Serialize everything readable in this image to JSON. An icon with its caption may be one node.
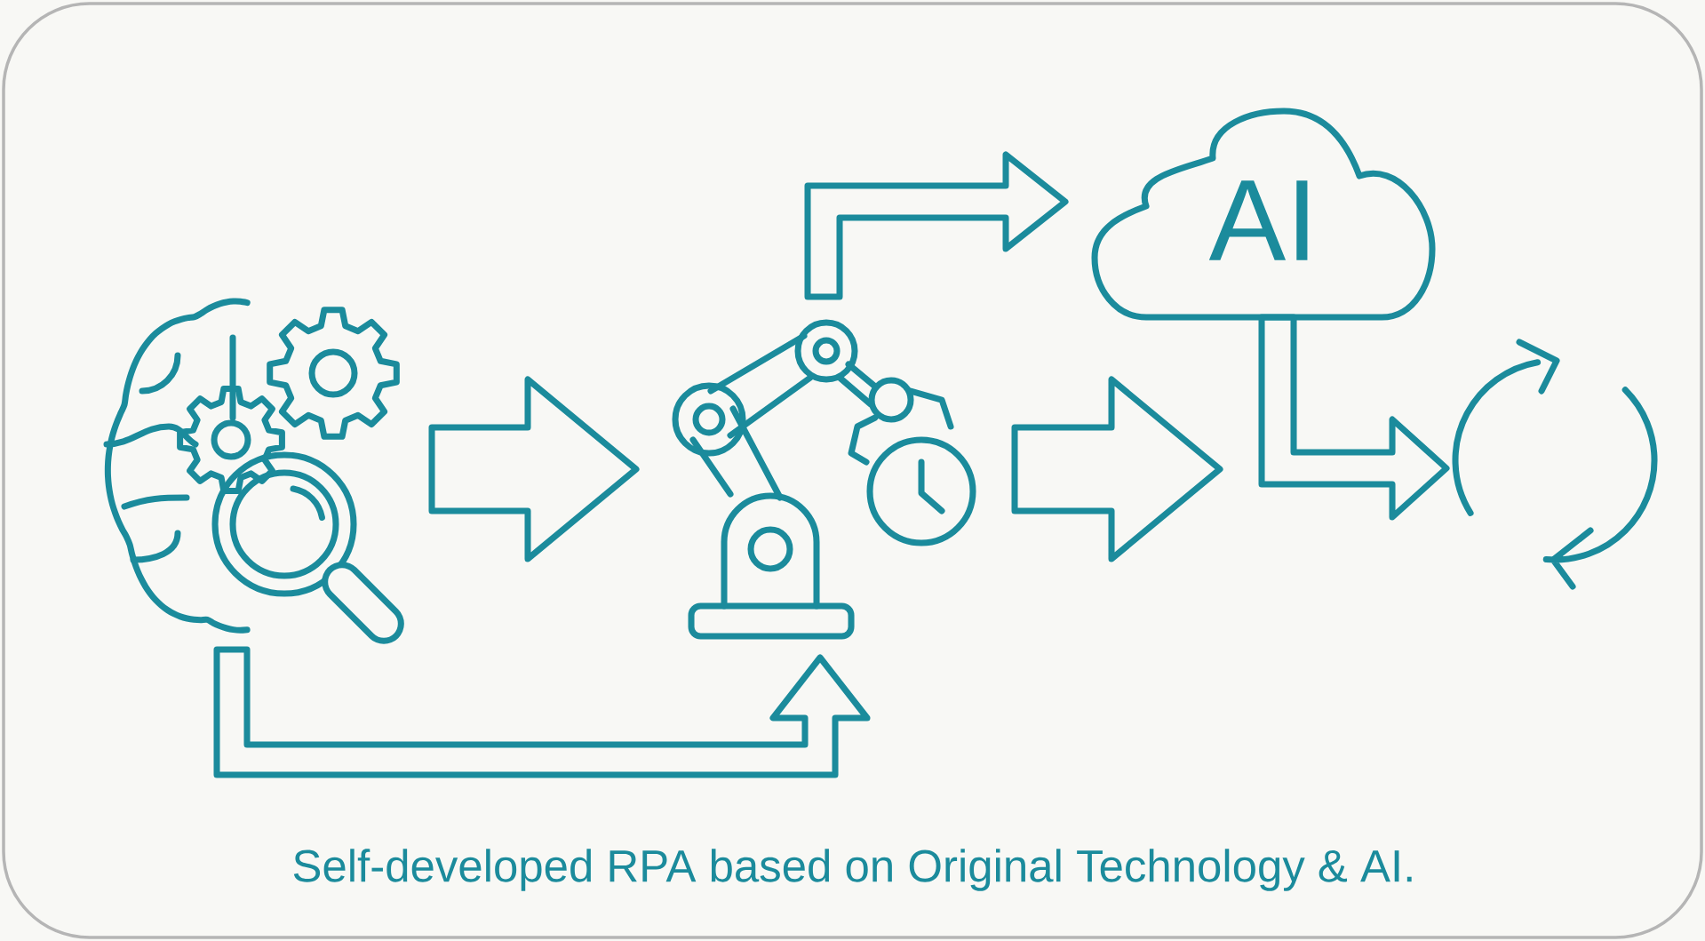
{
  "diagram": {
    "caption": "Self-developed RPA based on Original Technology & AI.",
    "nodes": [
      {
        "text": [],
        "shape": "brain"
      },
      {
        "text": [],
        "shape": "robot"
      },
      {
        "text": [
          "AI"
        ]
      },
      {
        "text": [],
        "shape": "cycle"
      }
    ],
    "edges": [
      {
        "from": 0,
        "to": 1,
        "arrow": "to"
      },
      {
        "from": 0,
        "to": 1,
        "arrow": "to"
      },
      {
        "from": 1,
        "to": 2,
        "arrow": "to"
      },
      {
        "from": 1,
        "to": null,
        "arrow": "to"
      },
      {
        "from": 2,
        "to": 3,
        "arrow": "to"
      }
    ]
  }
}
